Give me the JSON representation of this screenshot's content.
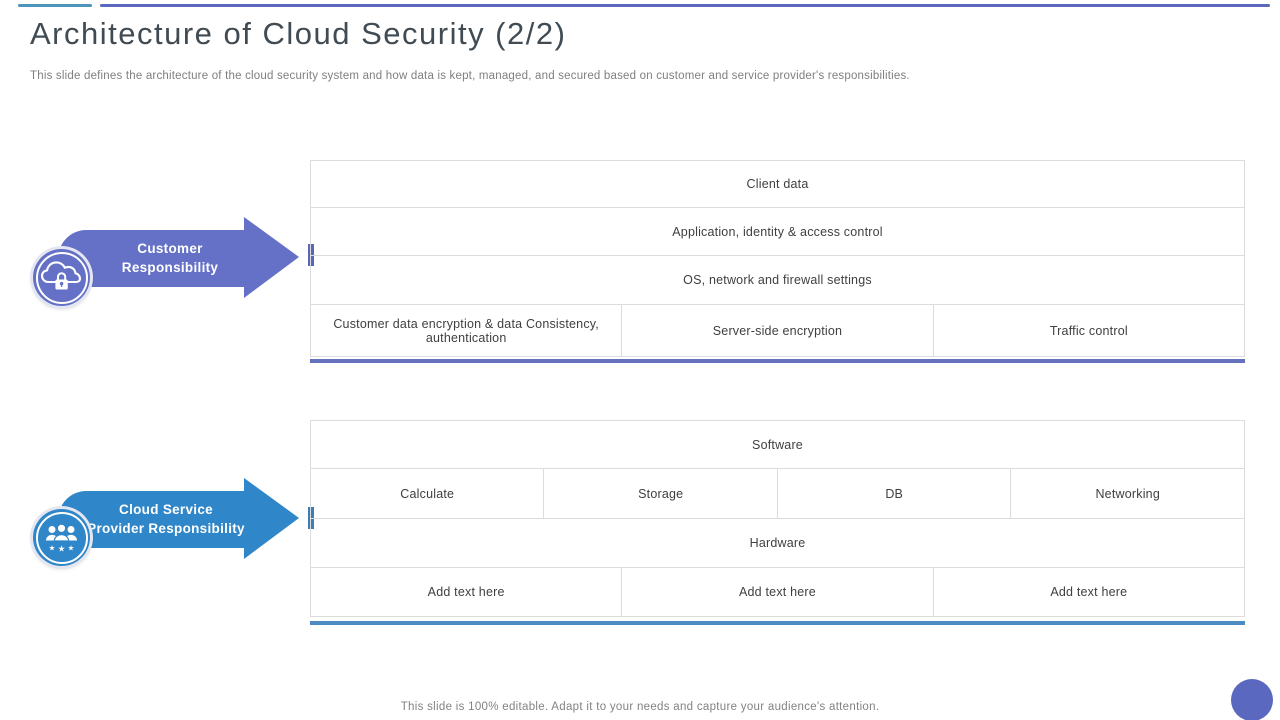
{
  "slide": {
    "title": "Architecture of Cloud Security (2/2)",
    "subtitle": "This slide defines the architecture of the cloud security system and how data is kept, managed, and secured based on customer and service provider's responsibilities.",
    "footer": "This slide is 100% editable. Adapt it to your needs and capture your audience's attention."
  },
  "colors": {
    "purple_arrow": "#6471C6",
    "purple_band": "#6571BC",
    "blue_arrow": "#2F86C8",
    "blue_band": "#4C8CC2",
    "topbar_short": "#4C94BC",
    "topbar_long": "#5A68C0",
    "corner_dot": "#5A68C0",
    "table_border": "#DCDCDC",
    "cell_text": "#3F3F3F"
  },
  "customer_group": {
    "label_line1": "Customer",
    "label_line2": "Responsibility",
    "icon": "cloud-lock-icon",
    "table": {
      "rows": [
        {
          "cells": [
            "Client data"
          ]
        },
        {
          "cells": [
            "Application, identity & access control"
          ]
        },
        {
          "cells": [
            "OS, network and firewall settings"
          ]
        },
        {
          "cells": [
            "Customer data encryption & data Consistency, authentication",
            "Server-side encryption",
            "Traffic control"
          ]
        }
      ]
    }
  },
  "provider_group": {
    "label_line1": "Cloud Service",
    "label_line2": "Provider Responsibility",
    "icon": "team-stars-icon",
    "table": {
      "rows": [
        {
          "cells": [
            "Software"
          ]
        },
        {
          "cells": [
            "Calculate",
            "Storage",
            "DB",
            "Networking"
          ]
        },
        {
          "cells": [
            "Hardware"
          ]
        },
        {
          "cells": [
            "Add text here",
            "Add text here",
            "Add text here"
          ]
        }
      ]
    }
  }
}
